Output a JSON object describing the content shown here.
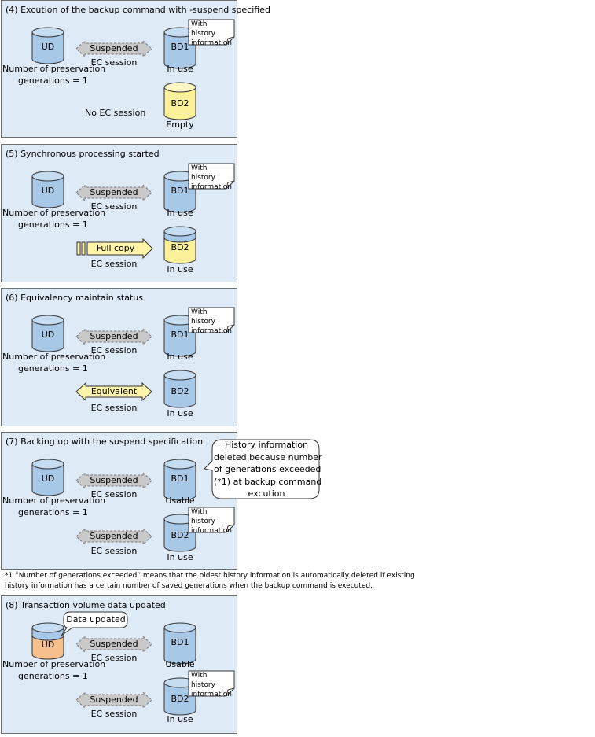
{
  "panels": [
    {
      "title": "(4)   Excution of the backup command with -suspend specified",
      "ud_label": "UD",
      "bd1_label": "BD1",
      "bd2_label": "BD2",
      "arrow1_label": "Suspended",
      "arrow1_caption": "EC session",
      "bd1_status": "In use",
      "bd1_note": "With history information",
      "generations_line1": "Number of preservation",
      "generations_line2": "generations = 1",
      "no_session_label": "No EC session",
      "bd2_status": "Empty"
    },
    {
      "title": "(5)   Synchronous processing started",
      "ud_label": "UD",
      "bd1_label": "BD1",
      "bd2_label": "BD2",
      "arrow1_label": "Suspended",
      "arrow1_caption": "EC session",
      "bd1_status": "In use",
      "bd1_note": "With history information",
      "generations_line1": "Number of preservation",
      "generations_line2": "generations = 1",
      "arrow2_label": "Full copy",
      "arrow2_caption": "EC session",
      "bd2_status": "In use"
    },
    {
      "title": "(6) Equivalency maintain status",
      "ud_label": "UD",
      "bd1_label": "BD1",
      "bd2_label": "BD2",
      "arrow1_label": "Suspended",
      "arrow1_caption": "EC session",
      "bd1_status": "In use",
      "bd1_note": "With history information",
      "generations_line1": "Number of preservation",
      "generations_line2": "generations = 1",
      "arrow2_label": "Equivalent",
      "arrow2_caption": "EC session",
      "bd2_status": "In use"
    },
    {
      "title": "(7) Backing up with the suspend specification",
      "ud_label": "UD",
      "bd1_label": "BD1",
      "bd2_label": "BD2",
      "arrow1_label": "Suspended",
      "arrow1_caption": "EC session",
      "bd1_status": "Usable",
      "generations_line1": "Number of preservation",
      "generations_line2": "generations = 1",
      "arrow2_label": "Suspended",
      "arrow2_caption": "EC session",
      "bd2_status": "In use",
      "bd2_note": "With history information",
      "callout_lines": [
        "History information",
        "deleted because number",
        "of generations exceeded",
        "(*1) at backup command",
        "excution"
      ]
    },
    {
      "title": "(8) Transaction volume data updated",
      "ud_label": "UD",
      "bd1_label": "BD1",
      "bd2_label": "BD2",
      "ud_callout": "Data updated",
      "arrow1_label": "Suspended",
      "arrow1_caption": "EC session",
      "bd1_status": "Usable",
      "generations_line1": "Number of preservation",
      "generations_line2": "generations = 1",
      "arrow2_label": "Suspended",
      "arrow2_caption": "EC session",
      "bd2_status": "In use",
      "bd2_note": "With history information"
    }
  ],
  "footnote": {
    "line1": "*1 “Number of generations exceeded” means that the oldest history information is automatically deleted if existing",
    "line2": "history information has a certain number of saved generations when the backup command is executed."
  },
  "colors": {
    "panel_bg": "#dfeaf7",
    "disk_blue": "#a8c8e8",
    "disk_yellow": "#fbf19a",
    "disk_orange": "#f6c08e",
    "suspended_arrow": "#c9c9c9",
    "active_arrow": "#fff4a8"
  }
}
